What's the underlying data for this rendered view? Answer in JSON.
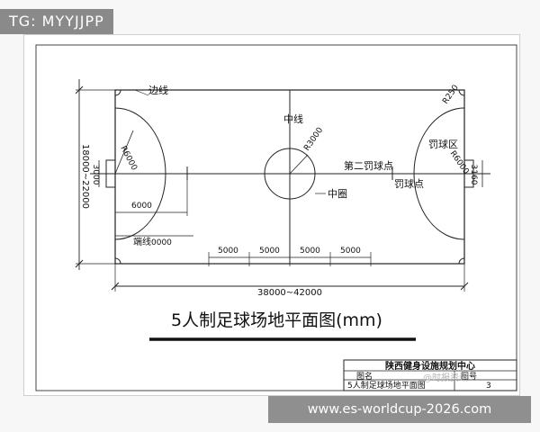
{
  "overlay": {
    "tag": "TG: MYYJJPP",
    "watermark_url": "www.es-worldcup-2026.com"
  },
  "drawing": {
    "title": "5人制足球场地平面图(mm)",
    "labels": {
      "sideline": "边线",
      "center_line": "中线",
      "end_line": "端线",
      "penalty_area": "罚球区",
      "second_penalty_mark": "第二罚球点",
      "penalty_mark": "罚球点",
      "center_circle": "中圈"
    },
    "dims": {
      "width": "18000~22000",
      "length": "38000~42000",
      "r6000": "R6000",
      "r3000": "R3000",
      "r250": "R250",
      "r6000b": "R6000",
      "goal": "3000",
      "goal_b": "3160",
      "d6000": "6000",
      "d0000": "0000",
      "seg": [
        "5000",
        "5000",
        "5000",
        "5000"
      ]
    },
    "title_block": {
      "org": "陕西健身设施规划中心",
      "name_label": "图名",
      "name": "5人制足球场地平面图",
      "no_label": "图号",
      "no": "3",
      "watermark": "@时报资讯"
    }
  }
}
